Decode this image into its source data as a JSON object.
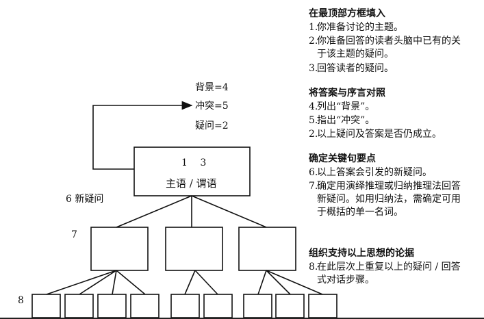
{
  "diagram": {
    "labels": {
      "background": "背景=4",
      "conflict": "冲突=5",
      "question": "疑问=2",
      "top_numbers": "1 3",
      "top_subtitle": "主语 / 谓语",
      "new_question": "6 新疑问",
      "level7": "7",
      "level8": "8"
    }
  },
  "instructions": {
    "sections": [
      {
        "heading": "在最顶部方框填入",
        "steps": [
          {
            "num": "1.",
            "text": "你准备讨论的主题。"
          },
          {
            "num": "2.",
            "text": "你准备回答的读者头脑中已有的关于该主题的疑问。"
          },
          {
            "num": "3.",
            "text": "回答读者的疑问。"
          }
        ]
      },
      {
        "heading": "将答案与序言对照",
        "steps": [
          {
            "num": "4.",
            "text": "列出“背景”。"
          },
          {
            "num": "5.",
            "text": "指出“冲突”。"
          },
          {
            "num": "2.",
            "text": "以上疑问及答案是否仍成立。"
          }
        ]
      },
      {
        "heading": "确定关键句要点",
        "steps": [
          {
            "num": "6.",
            "text": "以上答案会引发的新疑问。"
          },
          {
            "num": "7.",
            "text": "确定用演绎推理或归纳推理法回答新疑问。如用归纳法，需确定可用于概括的单一名词。"
          }
        ]
      },
      {
        "heading": "组织支持以上思想的论据",
        "steps": [
          {
            "num": "8.",
            "text": "在此层次上重复以上的疑问 / 回答式对话步骤。"
          }
        ]
      }
    ]
  }
}
